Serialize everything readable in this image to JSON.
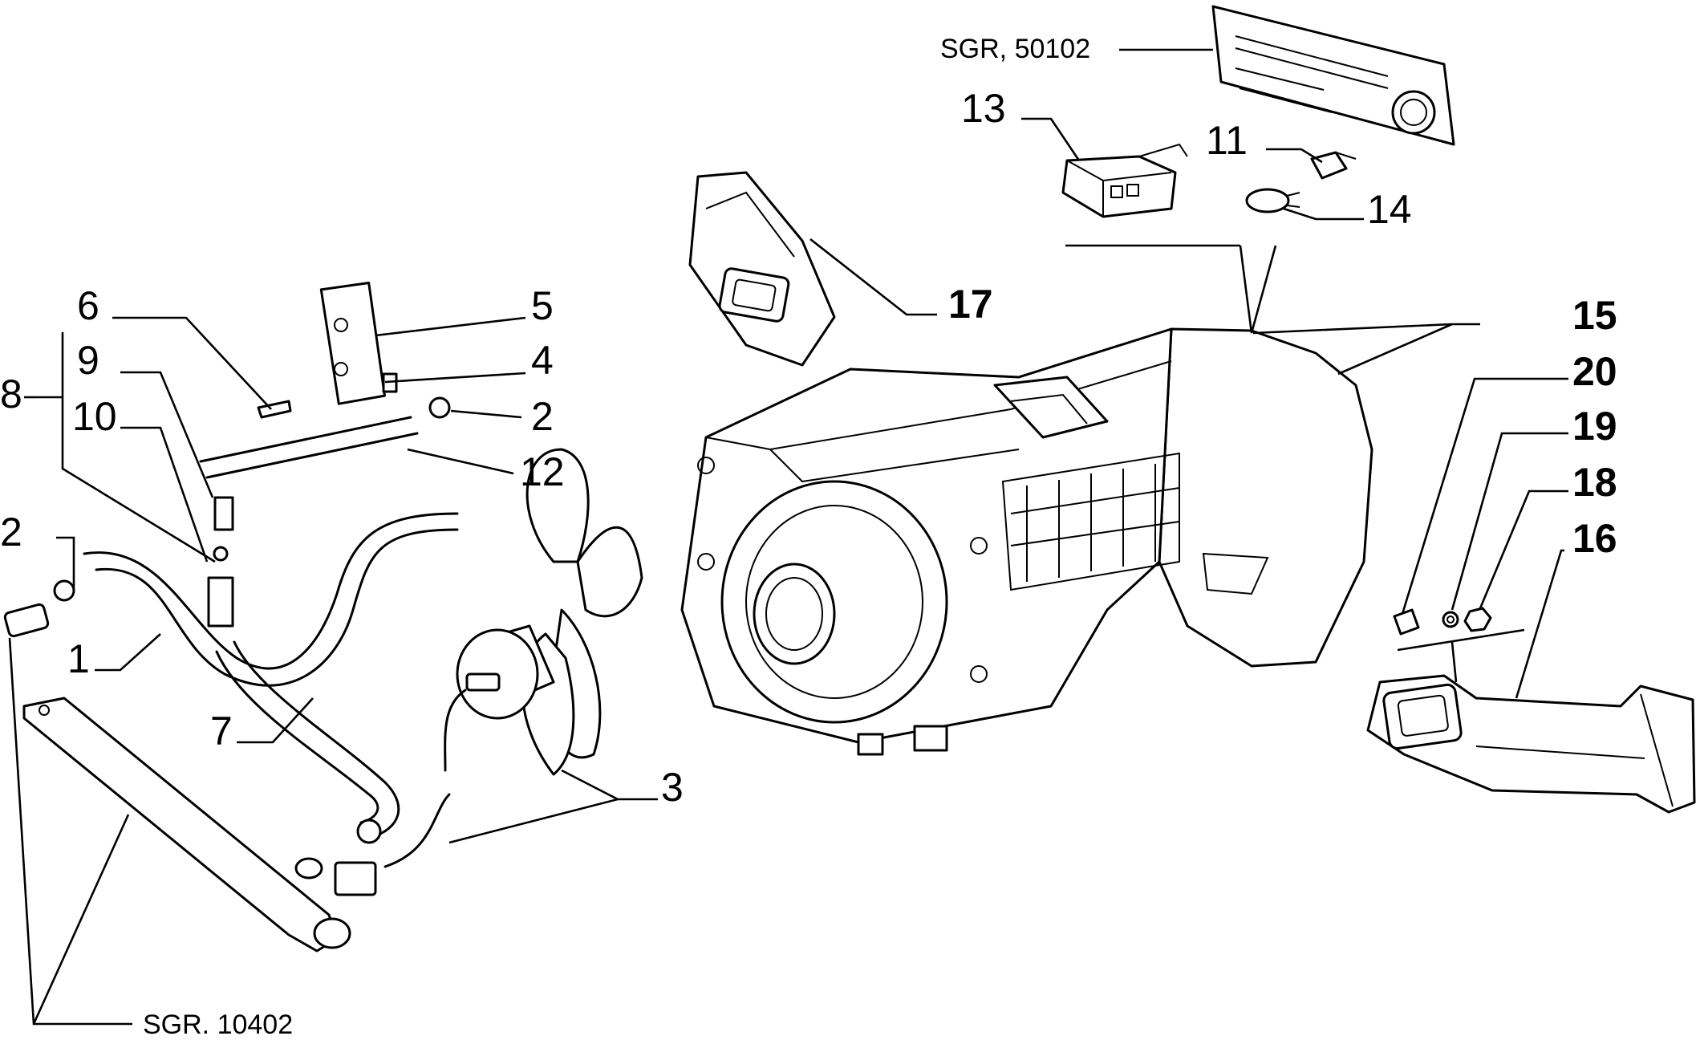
{
  "callouts": {
    "n1": "1",
    "n2a": "2",
    "n2b": "2",
    "n3": "3",
    "n4": "4",
    "n5": "5",
    "n6": "6",
    "n7": "7",
    "n8": "8",
    "n9": "9",
    "n10": "10",
    "n11": "11",
    "n12": "12",
    "n13": "13",
    "n14": "14",
    "n15": "15",
    "n16": "16",
    "n17": "17",
    "n18": "18",
    "n19": "19",
    "n20": "20"
  },
  "references": {
    "sgr_top": "SGR, 50102",
    "sgr_bottom": "SGR. 10402"
  }
}
